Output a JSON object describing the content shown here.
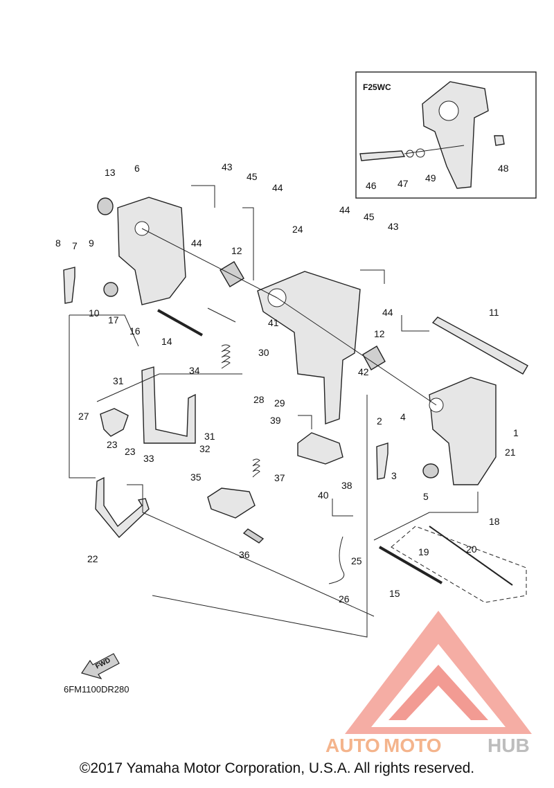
{
  "inset": {
    "title": "F25WC"
  },
  "callouts": [
    "1",
    "2",
    "3",
    "4",
    "5",
    "6",
    "7",
    "8",
    "9",
    "10",
    "11",
    "12",
    "12",
    "13",
    "14",
    "15",
    "16",
    "17",
    "18",
    "19",
    "20",
    "21",
    "22",
    "23",
    "23",
    "24",
    "25",
    "26",
    "27",
    "28",
    "29",
    "30",
    "31",
    "31",
    "32",
    "33",
    "34",
    "35",
    "36",
    "37",
    "38",
    "39",
    "40",
    "41",
    "42",
    "43",
    "43",
    "44",
    "44",
    "44",
    "45",
    "45",
    "46",
    "47",
    "48",
    "49"
  ],
  "fwd_label": "FWD",
  "diagram_code": "6FM1100DR280",
  "watermark": {
    "part1": "AUTO",
    "part2": "MOTO",
    "part3": "HUB"
  },
  "copyright": "©2017 Yamaha Motor Corporation, U.S.A. All rights reserved.",
  "colors": {
    "watermark_red": "#ef8a80",
    "watermark_orange": "#f4b48c",
    "watermark_gray": "#bdbdbd"
  }
}
